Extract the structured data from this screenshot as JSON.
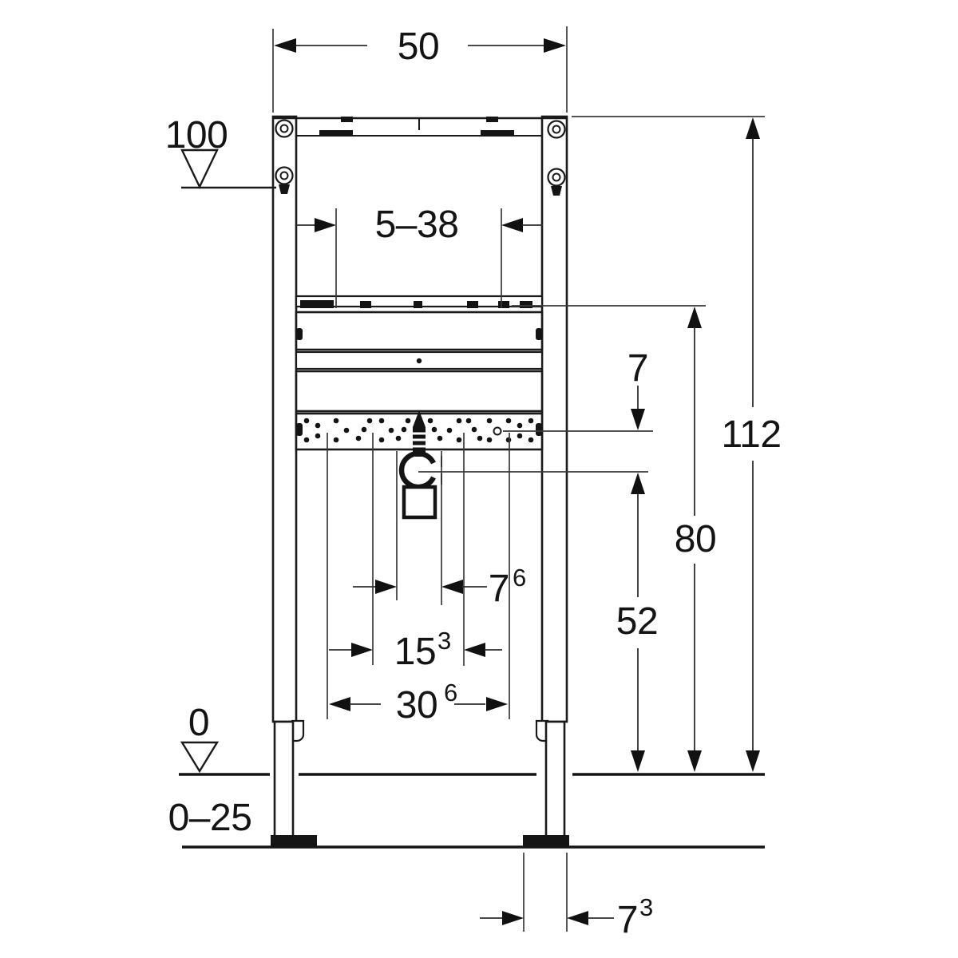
{
  "meta": {
    "type": "technical-installation-drawing",
    "subject": "washbasin mounting frame, front view with dimension chains",
    "units_shown": "cm",
    "symbols": {
      "level_marker": "open-triangle-down",
      "dimension_arrow": "solid-triangle"
    }
  },
  "colors": {
    "background": "#ffffff",
    "line": "#1a1a1a",
    "dimension_line": "#3a3a3a",
    "text": "#141414"
  },
  "dims": {
    "frame_width": "50",
    "fastening_range": "5–38",
    "level_top": "100",
    "level_floor": "0",
    "floor_buildup_range": "0–25",
    "total_height": "112",
    "rail_height": "80",
    "rail_to_drain": "7",
    "drain_height": "52",
    "drain_offset_main": "7",
    "drain_offset_sup": "6",
    "tap_spacing_main": "15",
    "tap_spacing_sup": "3",
    "fixing_spacing_main": "30",
    "fixing_spacing_sup": "6",
    "foot_depth_main": "7",
    "foot_depth_sup": "3"
  }
}
